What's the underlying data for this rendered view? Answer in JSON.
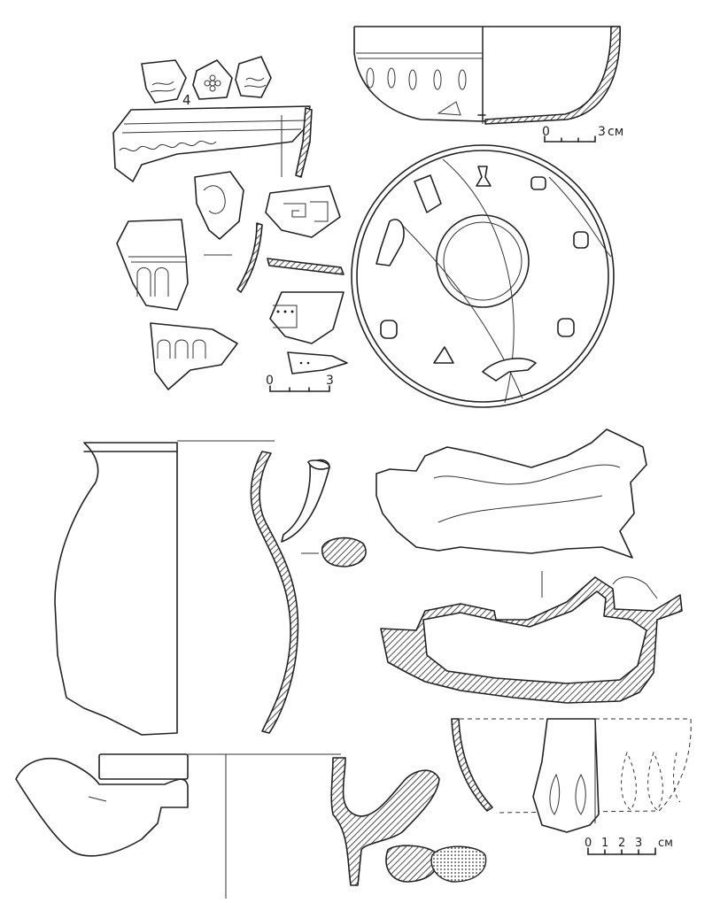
{
  "labels": {
    "fragment_number": "4",
    "scale_bowl_zero": "0",
    "scale_bowl_max": "3",
    "scale_bowl_unit": "см",
    "scale_frag_zero": "0",
    "scale_frag_max": "3",
    "scale_cup_0": "0",
    "scale_cup_1": "1",
    "scale_cup_2": "2",
    "scale_cup_3": "3",
    "scale_cup_unit": "см"
  },
  "colors": {
    "ink": "#222222",
    "paper": "#ffffff"
  }
}
